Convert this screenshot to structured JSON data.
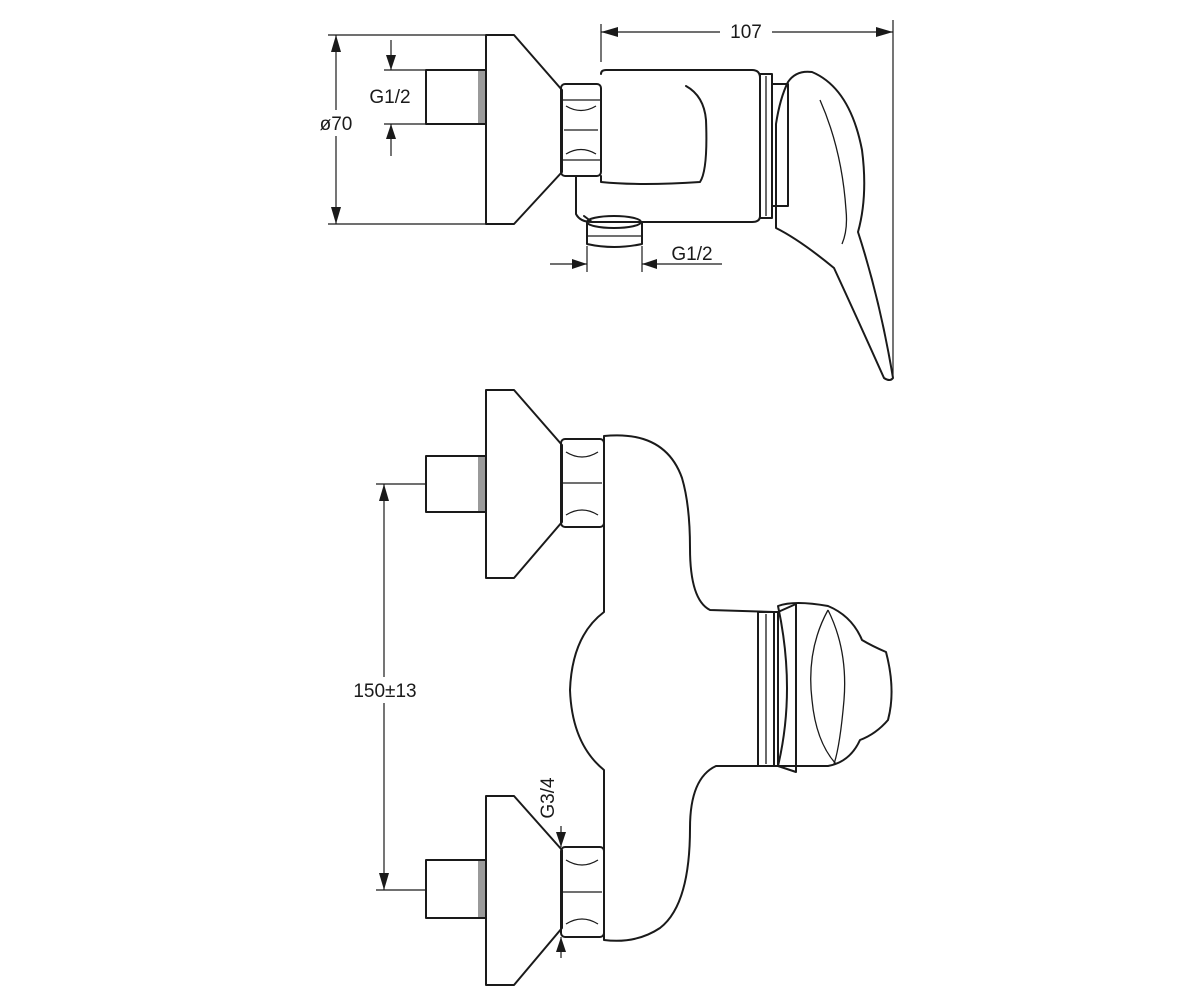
{
  "dimensions": {
    "top_width": "107",
    "top_diameter": "ø70",
    "top_inlet_thread": "G1/2",
    "top_outlet_thread": "G1/2",
    "front_spacing": "150±13",
    "front_thread": "G3/4"
  }
}
